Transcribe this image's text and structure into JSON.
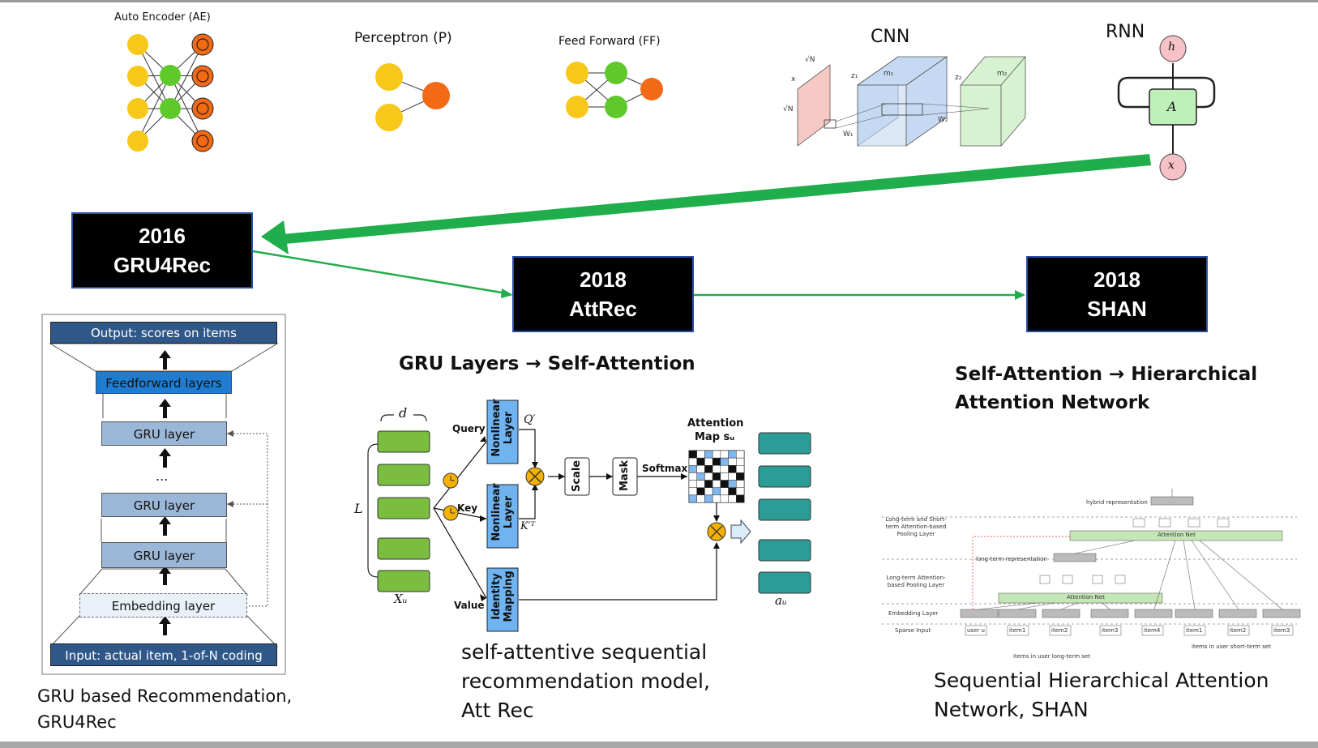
{
  "networks": {
    "ae": "Auto Encoder (AE)",
    "perceptron": "Perceptron (P)",
    "ff": "Feed Forward (FF)",
    "cnn": "CNN",
    "rnn": "RNN",
    "rnn_h": "h",
    "rnn_a": "A",
    "rnn_x": "x"
  },
  "cnn_labels": {
    "sqrtN_top": "√N",
    "x": "x",
    "sqrtN_side": "√N",
    "z1": "z₁",
    "m1": "m₁",
    "z2": "z₂",
    "m2": "m₂",
    "w1": "W₁",
    "w2": "W₂"
  },
  "milestones": {
    "gru4rec": {
      "year": "2016",
      "name": "GRU4Rec"
    },
    "attrec": {
      "year": "2018",
      "name": "AttRec"
    },
    "shan": {
      "year": "2018",
      "name": "SHAN"
    }
  },
  "headings": {
    "attrec": "GRU Layers → Self-Attention",
    "shan_line1": "Self-Attention → Hierarchical",
    "shan_line2": "Attention Network"
  },
  "gru4rec_diagram": {
    "output": "Output: scores on items",
    "feedforward": "Feedforward layers",
    "gru1": "GRU layer",
    "dots": "...",
    "gru2": "GRU layer",
    "gru3": "GRU layer",
    "embedding": "Embedding layer",
    "input": "Input: actual item, 1-of-N coding"
  },
  "attrec_diagram": {
    "d": "d",
    "L": "L",
    "query": "Query",
    "key": "Key",
    "value": "Value",
    "nonlinear1": "Nonlinear Layer",
    "nonlinear2": "Nonlinear Layer",
    "identity": "Identity Mapping",
    "q_prime": "Q′",
    "k_prime": "K′ᵀ",
    "scale": "Scale",
    "mask": "Mask",
    "softmax": "Softmax",
    "attention_map_1": "Attention",
    "attention_map_2": "Map sᵤ",
    "x_label": "Xᵤ",
    "a_label": "aᵤ"
  },
  "shan_diagram": {
    "hybrid": "hybrid representation",
    "lt_st_pool": "Long-term and Short-term Attention-based Pooling Layer",
    "att_net_top": "Attention Net",
    "long_term_rep": "long-term representation",
    "lt_pool": "Long-term Attention-based Pooling Layer",
    "att_net_bottom": "Attention Net",
    "embedding": "Embedding Layer",
    "sparse": "Sparse Input",
    "user": "user u",
    "item1": "item1",
    "item2": "item2",
    "item3": "item3",
    "item4": "item4",
    "s_item1": "item1",
    "s_item2": "item2",
    "s_item3": "item3",
    "long_set": "items in user long-term set",
    "short_set": "items in user short-term set"
  },
  "captions": {
    "gru4rec_1": "GRU based Recommendation,",
    "gru4rec_2": "GRU4Rec",
    "attrec_1": "self-attentive sequential",
    "attrec_2": "recommendation model,",
    "attrec_3": "Att Rec",
    "shan_1": "Sequential Hierarchical Attention",
    "shan_2": "Network, SHAN"
  },
  "colors": {
    "green_arrow": "#1fae4b",
    "node_yellow": "#f7c81a",
    "node_green": "#5fc92b",
    "node_orange": "#f26a16",
    "milestone_bg": "#000000",
    "gru_dark": "#2f5889",
    "gru_light": "#9bb7d8"
  }
}
